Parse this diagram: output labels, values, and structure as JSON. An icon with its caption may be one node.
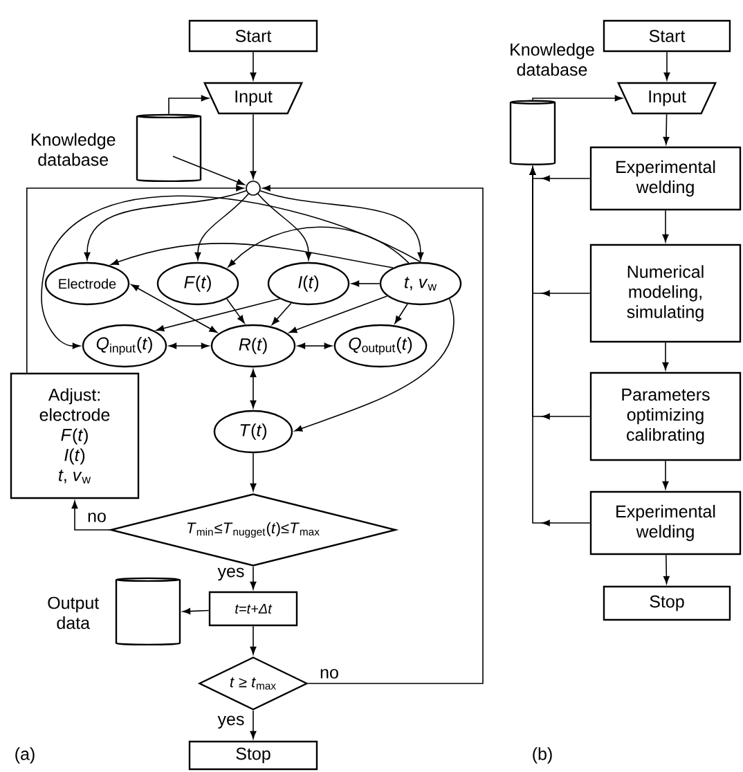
{
  "diagram": {
    "nodes": [
      {
        "text": [
          "Start"
        ]
      },
      {
        "text": [
          "Input"
        ]
      },
      {
        "text": [
          "Knowledge database"
        ]
      },
      {
        "text": [],
        "shape": "circle"
      },
      {
        "text": [
          "Electrode"
        ]
      },
      {
        "text": [
          "*F*(*t*)"
        ]
      },
      {
        "text": [
          "*I*(*t*)"
        ]
      },
      {
        "text": [
          "*t*, *v*$_{w}$"
        ]
      },
      {
        "text": [
          "*Q*$_{input}$(*t*)"
        ]
      },
      {
        "text": [
          "*R*(*t*)"
        ]
      },
      {
        "text": [
          "*Q*$_{output}$(*t*)"
        ]
      },
      {
        "text": [
          "Adjust:",
          "electrode",
          "*F*(*t*)",
          "*I*(*t*)",
          "*t*, *v*$_{w}$"
        ]
      },
      {
        "text": [
          "*T*(*t*)"
        ]
      },
      {
        "text": [
          "*T*$_{min}$≤*T*$_{nugget}$(*t*)≤*T*$_{max}$"
        ]
      },
      {
        "text": [
          "t=t+Δt"
        ]
      },
      {
        "text": [
          "Output data"
        ]
      },
      {
        "text": [
          "*t* ≥ *t*$_{max}$"
        ]
      },
      {
        "text": [
          "Stop"
        ]
      },
      {
        "text": [
          "Start"
        ]
      },
      {
        "text": [
          "Input"
        ]
      },
      {
        "text": [
          "Knowledge database"
        ]
      },
      {
        "text": [
          "Experimental welding"
        ]
      },
      {
        "text": [
          "Numerical modeling, simulating"
        ]
      },
      {
        "text": [
          "Parameters optimizing calibrating"
        ]
      },
      {
        "text": [
          "Experimental welding"
        ]
      },
      {
        "text": [
          "Stop"
        ]
      }
    ],
    "edges": [
      {
        "from": 0,
        "to": 1,
        "arrow": "to"
      },
      {
        "from": 2,
        "to": 1,
        "arrow": "to"
      },
      {
        "from": 1,
        "to": 3,
        "arrow": "to"
      },
      {
        "from": 2,
        "to": 3,
        "arrow": "to"
      },
      {
        "from": 3,
        "to": 4,
        "arrow": "to"
      },
      {
        "from": 3,
        "to": 5,
        "arrow": "to"
      },
      {
        "from": 3,
        "to": 6,
        "arrow": "to"
      },
      {
        "from": 3,
        "to": 7,
        "arrow": "to"
      },
      {
        "from": 7,
        "to": 4,
        "arrow": "to"
      },
      {
        "from": 7,
        "to": 5,
        "arrow": "to"
      },
      {
        "from": 7,
        "to": 8,
        "arrow": "to"
      },
      {
        "from": 9,
        "to": 4,
        "arrow": "both"
      },
      {
        "from": 5,
        "to": 9,
        "arrow": "to"
      },
      {
        "from": 6,
        "to": 9,
        "arrow": "to"
      },
      {
        "from": 6,
        "to": 8,
        "arrow": "to"
      },
      {
        "from": 7,
        "to": 6,
        "arrow": "to"
      },
      {
        "from": 7,
        "to": 9,
        "arrow": "to"
      },
      {
        "from": 7,
        "to": 10,
        "arrow": "to"
      },
      {
        "from": 7,
        "to": 12,
        "arrow": "to"
      },
      {
        "from": 8,
        "to": 9,
        "arrow": "both"
      },
      {
        "from": 9,
        "to": 10,
        "arrow": "both"
      },
      {
        "from": 9,
        "to": 12,
        "arrow": "both"
      },
      {
        "from": 12,
        "to": 13,
        "arrow": "to"
      },
      {
        "from": 13,
        "to": 11,
        "arrow": "to",
        "label": "no"
      },
      {
        "from": 13,
        "to": 14,
        "arrow": "to",
        "label": "yes"
      },
      {
        "from": 14,
        "to": 15,
        "arrow": "to"
      },
      {
        "from": 14,
        "to": 16,
        "arrow": "to"
      },
      {
        "from": 16,
        "to": 17,
        "arrow": "to",
        "label": "yes"
      },
      {
        "from": 16,
        "to": 3,
        "arrow": "to",
        "label": "no"
      },
      {
        "from": 11,
        "to": 3,
        "arrow": "to"
      },
      {
        "from": 18,
        "to": 19,
        "arrow": "to"
      },
      {
        "from": 20,
        "to": 19,
        "arrow": "to"
      },
      {
        "from": 19,
        "to": 21,
        "arrow": "to"
      },
      {
        "from": 21,
        "to": 22,
        "arrow": "to"
      },
      {
        "from": 22,
        "to": 23,
        "arrow": "to"
      },
      {
        "from": 23,
        "to": 24,
        "arrow": "to"
      },
      {
        "from": 24,
        "to": 25,
        "arrow": "to"
      },
      {
        "from": 21,
        "to": 20,
        "arrow": "to"
      },
      {
        "from": 22,
        "to": 20,
        "arrow": "to"
      },
      {
        "from": 23,
        "to": 20,
        "arrow": "to"
      },
      {
        "from": 24,
        "to": 20,
        "arrow": "to"
      }
    ],
    "labels": [
      "(a)",
      "(b)"
    ]
  }
}
